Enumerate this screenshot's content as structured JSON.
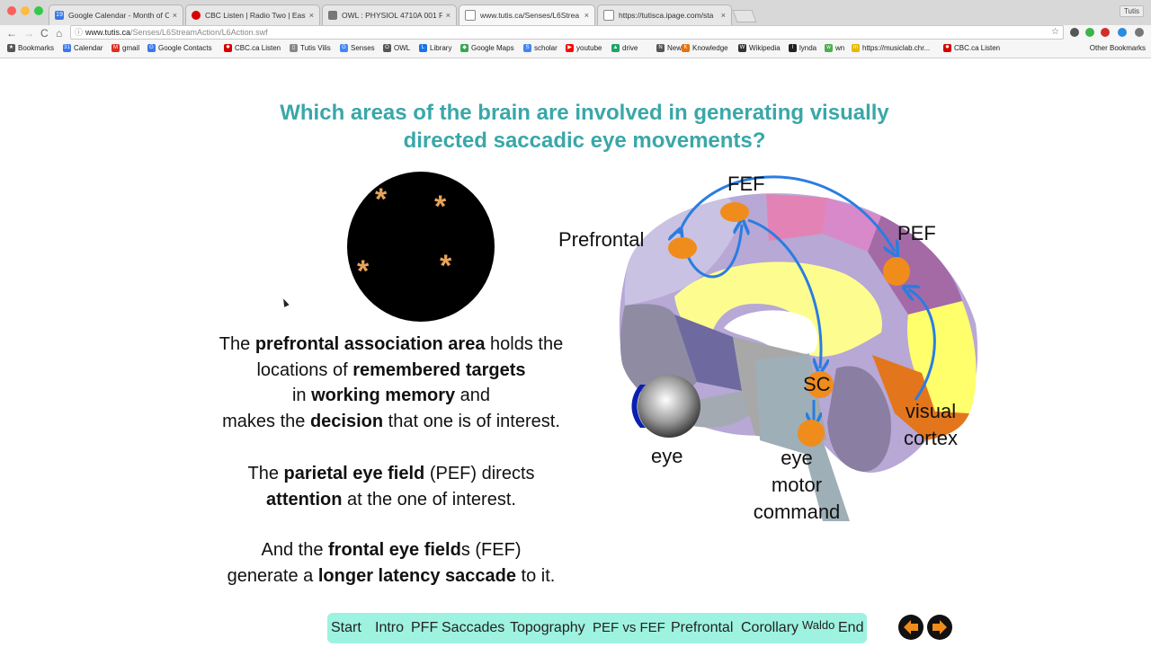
{
  "browser": {
    "tabs": [
      {
        "title": "Google Calendar - Month of O",
        "icon": "calendar-icon",
        "favicon_text": "19"
      },
      {
        "title": "CBC Listen | Radio Two | Easte",
        "icon": "cbc-icon"
      },
      {
        "title": "OWL : PHYSIOL 4710A 001 F",
        "icon": "owl-icon"
      },
      {
        "title": "www.tutis.ca/Senses/L6Strea",
        "icon": "page-icon"
      },
      {
        "title": "https://tutisca.ipage.com/sta",
        "icon": "page-icon"
      }
    ],
    "close_glyph": "×",
    "user_badge": "Tutis",
    "back_glyph": "←",
    "forward_glyph": "→",
    "reload_glyph": "C",
    "home_glyph": "⌂",
    "info_glyph": "ⓘ",
    "star_glyph": "☆",
    "url_host": "www.tutis.ca",
    "url_path": "/Senses/L6StreamAction/L6Action.swf",
    "bookmarks": [
      {
        "label": "Bookmarks",
        "icon": "star-icon",
        "favicon_text": "★"
      },
      {
        "label": "Calendar",
        "icon": "calendar-icon",
        "favicon_text": "31"
      },
      {
        "label": "gmail",
        "icon": "gmail-icon",
        "favicon_text": "M"
      },
      {
        "label": "Google Contacts",
        "icon": "contacts-icon",
        "favicon_text": "G"
      },
      {
        "label": "CBC.ca Listen",
        "icon": "cbc-icon",
        "favicon_text": "✹"
      },
      {
        "label": "Tutis Vilis",
        "icon": "page-icon",
        "favicon_text": "▯"
      },
      {
        "label": "Senses",
        "icon": "google-icon",
        "favicon_text": "G"
      },
      {
        "label": "OWL",
        "icon": "owl-icon",
        "favicon_text": "O"
      },
      {
        "label": "Library",
        "icon": "library-icon",
        "favicon_text": "L"
      },
      {
        "label": "Google Maps",
        "icon": "maps-icon",
        "favicon_text": "◆"
      },
      {
        "label": "scholar",
        "icon": "scholar-icon",
        "favicon_text": "S"
      },
      {
        "label": "youtube",
        "icon": "youtube-icon",
        "favicon_text": "▶"
      },
      {
        "label": "drive",
        "icon": "drive-icon",
        "favicon_text": "▲"
      },
      {
        "label": "News",
        "icon": "news-icon",
        "favicon_text": "N"
      },
      {
        "label": "Knowledge",
        "icon": "knowledge-icon",
        "favicon_text": "K"
      },
      {
        "label": "Wikipedia",
        "icon": "wikipedia-icon",
        "favicon_text": "W"
      },
      {
        "label": "lynda",
        "icon": "lynda-icon",
        "favicon_text": "l"
      },
      {
        "label": "wn",
        "icon": "wn-icon",
        "favicon_text": "w"
      },
      {
        "label": "https://musiclab.chr...",
        "icon": "musiclab-icon",
        "favicon_text": "m"
      },
      {
        "label": "CBC.ca Listen",
        "icon": "cbc-icon",
        "favicon_text": "✹"
      }
    ],
    "other_bookmarks": "Other Bookmarks"
  },
  "lesson": {
    "heading_line1": "Which areas of the brain are involved in generating visually",
    "heading_line2": "directed saccadic eye movements?",
    "target_glyph": "*",
    "para1": {
      "t1": "The ",
      "b1": "prefrontal association area",
      "t2": " holds the",
      "t3": "locations of ",
      "b2": "remembered targets",
      "t4": "in ",
      "b3": "working memory",
      "t5": " and",
      "t6": "makes the ",
      "b4": "decision",
      "t7": " that one is of interest."
    },
    "para2": {
      "t1": "The ",
      "b1": "parietal eye field",
      "t2": " (PEF) directs",
      "b2": "attention",
      "t3": " at the one of interest."
    },
    "para3": {
      "t1": "And the ",
      "b1": "frontal eye field",
      "t2": "s (FEF)",
      "t3": "generate a ",
      "b2": "longer latency saccade",
      "t4": " to it."
    }
  },
  "brain_labels": {
    "fef": "FEF",
    "prefrontal": "Prefrontal",
    "pef": "PEF",
    "sc": "SC",
    "visual_l1": "visual",
    "visual_l2": "cortex",
    "eye": "eye",
    "motor_l1": "eye",
    "motor_l2": "motor",
    "motor_l3": "command"
  },
  "navigation": {
    "items": [
      "Start",
      "Intro",
      "PFF",
      "Saccades",
      "Topography",
      "PEF vs FEF",
      "Prefrontal",
      "Corollary",
      "Waldo",
      "End"
    ],
    "prev_button": "previous-arrow-icon",
    "next_button": "next-arrow-icon"
  },
  "colors": {
    "heading": "#3aa7a8",
    "nodes": "#f08c1c",
    "arrows": "#2a7de1",
    "nav": "#9ef2e0",
    "nav_arrow": "#f08c1c"
  }
}
